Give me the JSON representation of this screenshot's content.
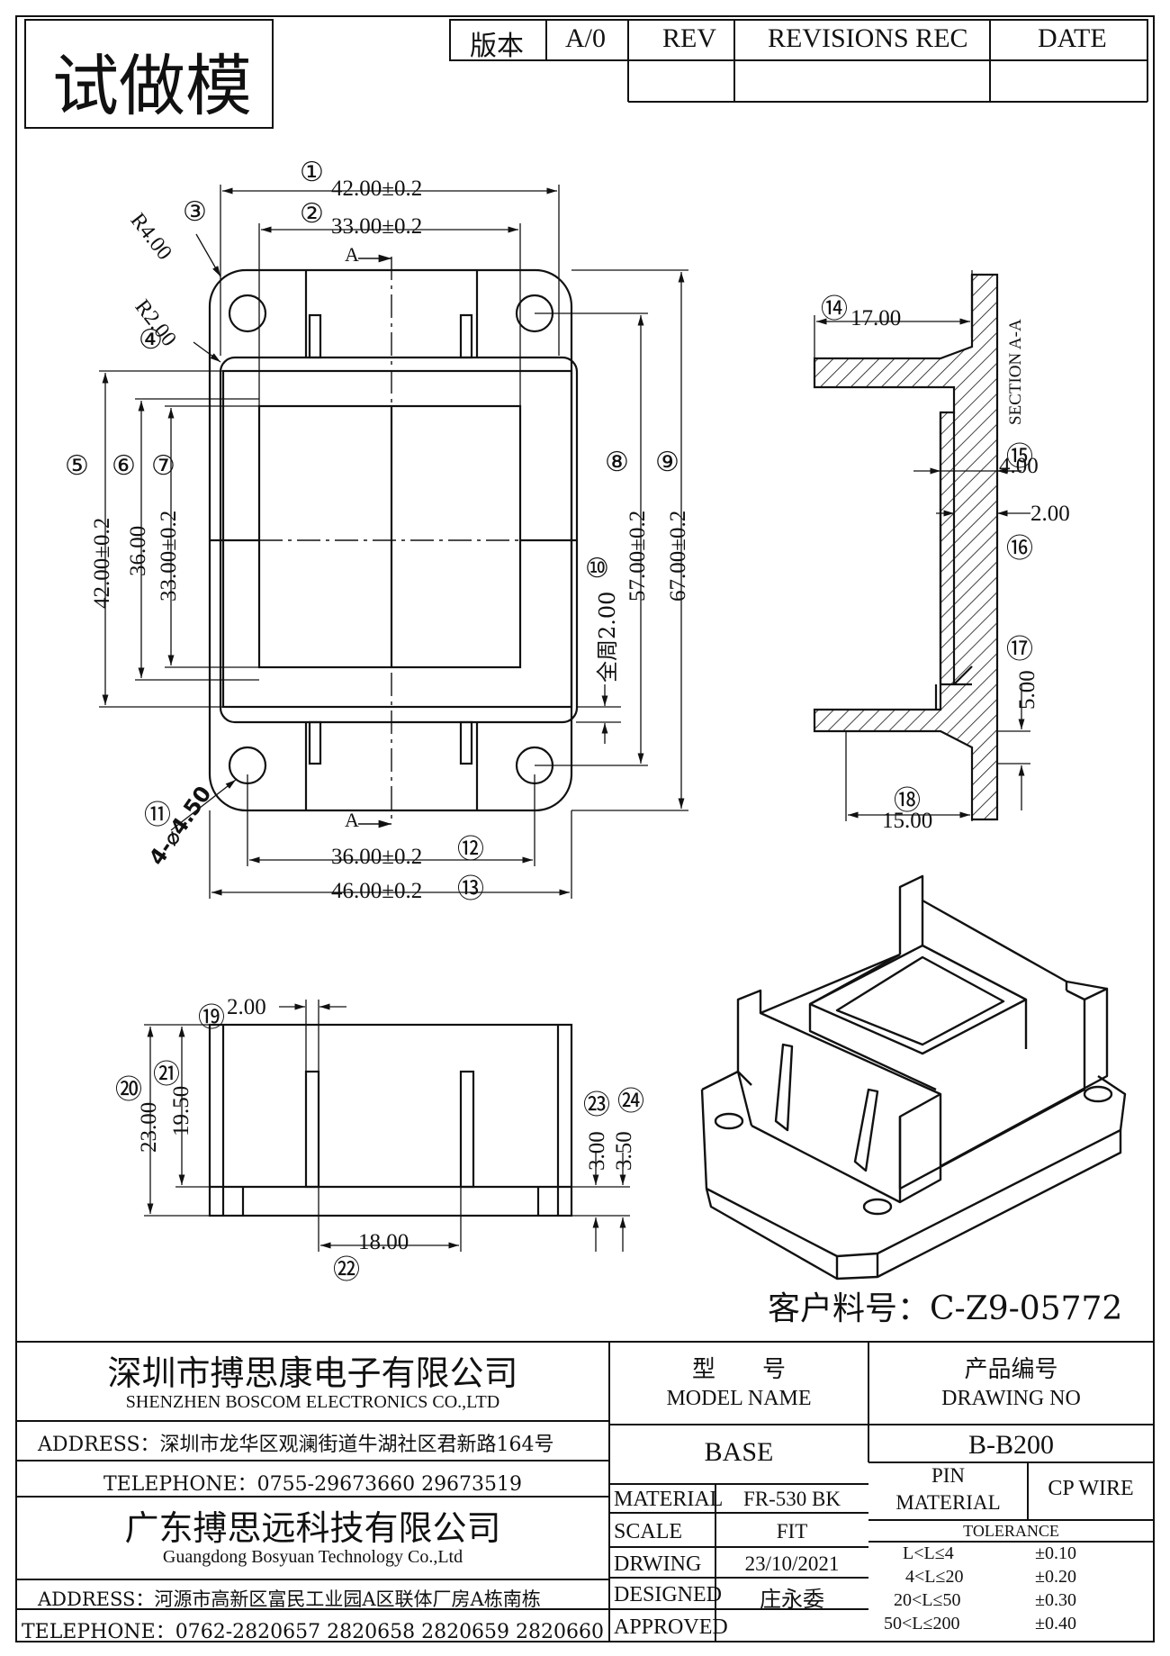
{
  "header": {
    "stamp": "试做模",
    "version_label": "版本",
    "version_value": "A/0",
    "rev_label": "REV",
    "revisions_label": "REVISIONS REC",
    "date_label": "DATE"
  },
  "top_view": {
    "dim1": "42.00±0.2",
    "dim2": "33.00±0.2",
    "r1": "R4.00",
    "r2": "R2.00",
    "section_mark_top": "A",
    "section_mark_bottom": "A",
    "dim5": "42.00±0.2",
    "dim6": "36.00",
    "dim7": "33.00±0.2",
    "dim8": "57.00±0.2",
    "dim9": "67.00±0.2",
    "dim10": "全周2.00",
    "dim11": "4-⌀4.50",
    "dim12": "36.00±0.2",
    "dim13": "46.00±0.2"
  },
  "section_view": {
    "title": "SECTION A-A",
    "dim14": "17.00",
    "dim15": "4.00",
    "dim16": "2.00",
    "dim17": "5.00",
    "dim18": "15.00"
  },
  "front_view": {
    "dim19": "2.00",
    "dim20": "23.00",
    "dim21": "19.50",
    "dim22": "18.00",
    "dim23": "3.00",
    "dim24": "3.50"
  },
  "balloons": [
    "①",
    "②",
    "③",
    "④",
    "⑤",
    "⑥",
    "⑦",
    "⑧",
    "⑨",
    "⑩",
    "⑪",
    "⑫",
    "⑬",
    "⑭",
    "⑮",
    "⑯",
    "⑰",
    "⑱",
    "⑲",
    "⑳",
    "㉑",
    "㉒",
    "㉓",
    "㉔"
  ],
  "customer_part": "客户料号：C-Z9-05772",
  "title_block": {
    "company1_cn": "深圳市搏思康电子有限公司",
    "company1_en": "SHENZHEN BOSCOM ELECTRONICS CO.,LTD",
    "address1": "ADDRESS：深圳市龙华区观澜街道牛湖社区君新路164号",
    "telephone1": "TELEPHONE：0755-29673660 29673519",
    "company2_cn": "广东搏思远科技有限公司",
    "company2_en": "Guangdong Bosyuan Technology Co.,Ltd",
    "address2": "ADDRESS：河源市高新区富民工业园A区联体厂房A栋南栋",
    "telephone2": "TELEPHONE：0762-2820657 2820658 2820659 2820660",
    "model_label_cn": "型　　号",
    "model_label_en": "MODEL NAME",
    "drawing_label_cn": "产品编号",
    "drawing_label_en": "DRAWING NO",
    "model_value": "BASE",
    "drawing_value": "B-B200",
    "material_label": "MATERIAL",
    "material_value": "FR-530 BK",
    "scale_label": "SCALE",
    "scale_value": "FIT",
    "drawing_label": "DRWING",
    "drawing_date": "23/10/2021",
    "designed_label": "DESIGNED",
    "designed_value": "庄永委",
    "approved_label": "APPROVED",
    "approved_value": "",
    "pin_label_1": "PIN",
    "pin_label_2": "MATERIAL",
    "pin_value": "CP WIRE",
    "tolerance_label": "TOLERANCE",
    "tolerance_rows": [
      {
        "range": "L<L≤4",
        "tol": "±0.10"
      },
      {
        "range": "4<L≤20",
        "tol": "±0.20"
      },
      {
        "range": "20<L≤50",
        "tol": "±0.30"
      },
      {
        "range": "50<L≤200",
        "tol": "±0.40"
      }
    ]
  }
}
